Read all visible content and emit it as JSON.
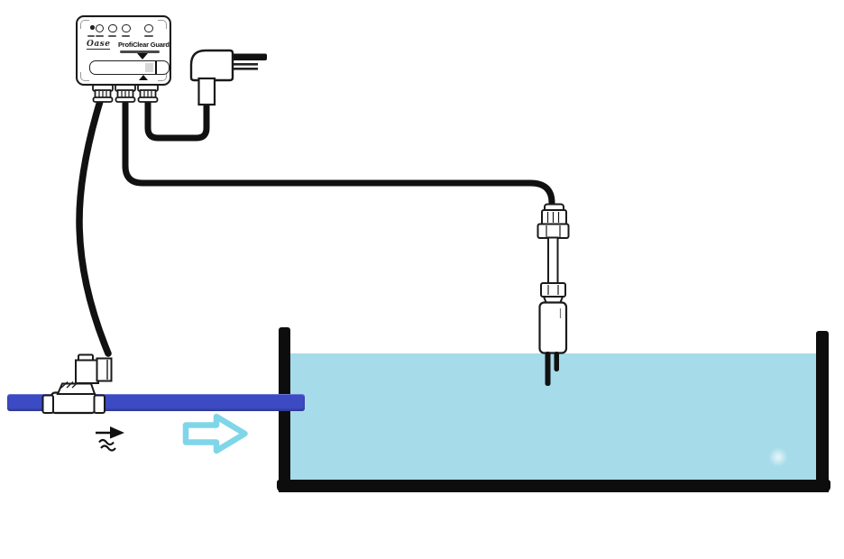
{
  "controller": {
    "brand": "Oase",
    "model": "ProfiClear Guard",
    "indicator": "status-led",
    "buttons": [
      "button-1",
      "button-2",
      "button-3",
      "button-4"
    ],
    "display": "level-scale-with-setpoint-marker"
  },
  "components": {
    "power_plug": "euro-mains-plug",
    "power_cable": "mains-cable",
    "valve_cable": "solenoid-valve-cable",
    "sensor_cable": "level-sensor-cable",
    "valve": "solenoid-valve-on-supply-pipe",
    "pipe": "water-supply-pipe",
    "tank": "water-tank",
    "water": "tank-water",
    "sensor": "water-level-sensor",
    "flow_marker": "flow-direction-marker",
    "flow_arrow": "flow-direction-block-arrow"
  },
  "colors": {
    "pipe_blue": "#3c4bc3",
    "water_blue": "#a6dbe9",
    "arrow_cyan": "#7fd6e8",
    "cable_black": "#111111",
    "outline_black": "#1a1a1a"
  }
}
